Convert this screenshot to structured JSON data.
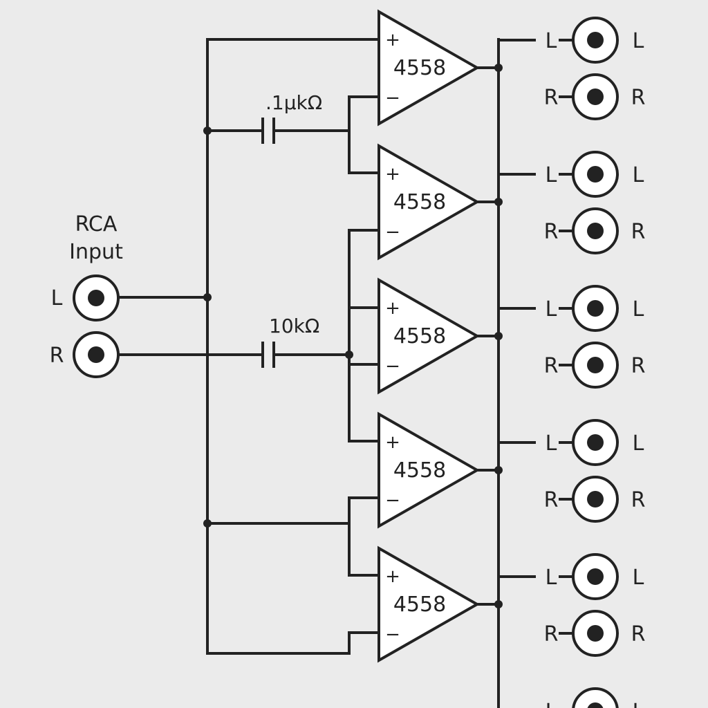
{
  "input": {
    "title_line1": "RCA",
    "title_line2": "Input",
    "left_label": "L",
    "right_label": "R"
  },
  "components": {
    "cap_top_label": ".1µkΩ",
    "cap_mid_label": "10kΩ"
  },
  "opamps": [
    {
      "label": "4558",
      "plus": "+",
      "minus": "−"
    },
    {
      "label": "4558",
      "plus": "+",
      "minus": "−"
    },
    {
      "label": "4558",
      "plus": "+",
      "minus": "−"
    },
    {
      "label": "4558",
      "plus": "+",
      "minus": "−"
    },
    {
      "label": "4558",
      "plus": "+",
      "minus": "−"
    }
  ],
  "outputs": [
    {
      "left_in": "L",
      "left_out": "L",
      "right_in": "R",
      "right_out": "R"
    },
    {
      "left_in": "L",
      "left_out": "L",
      "right_in": "R",
      "right_out": "R"
    },
    {
      "left_in": "L",
      "left_out": "L",
      "right_in": "R",
      "right_out": "R"
    },
    {
      "left_in": "L",
      "left_out": "L",
      "right_in": "R",
      "right_out": "R"
    },
    {
      "left_in": "L",
      "left_out": "L",
      "right_in": "R",
      "right_out": "R"
    },
    {
      "left_in": "L",
      "left_out": "L"
    }
  ]
}
